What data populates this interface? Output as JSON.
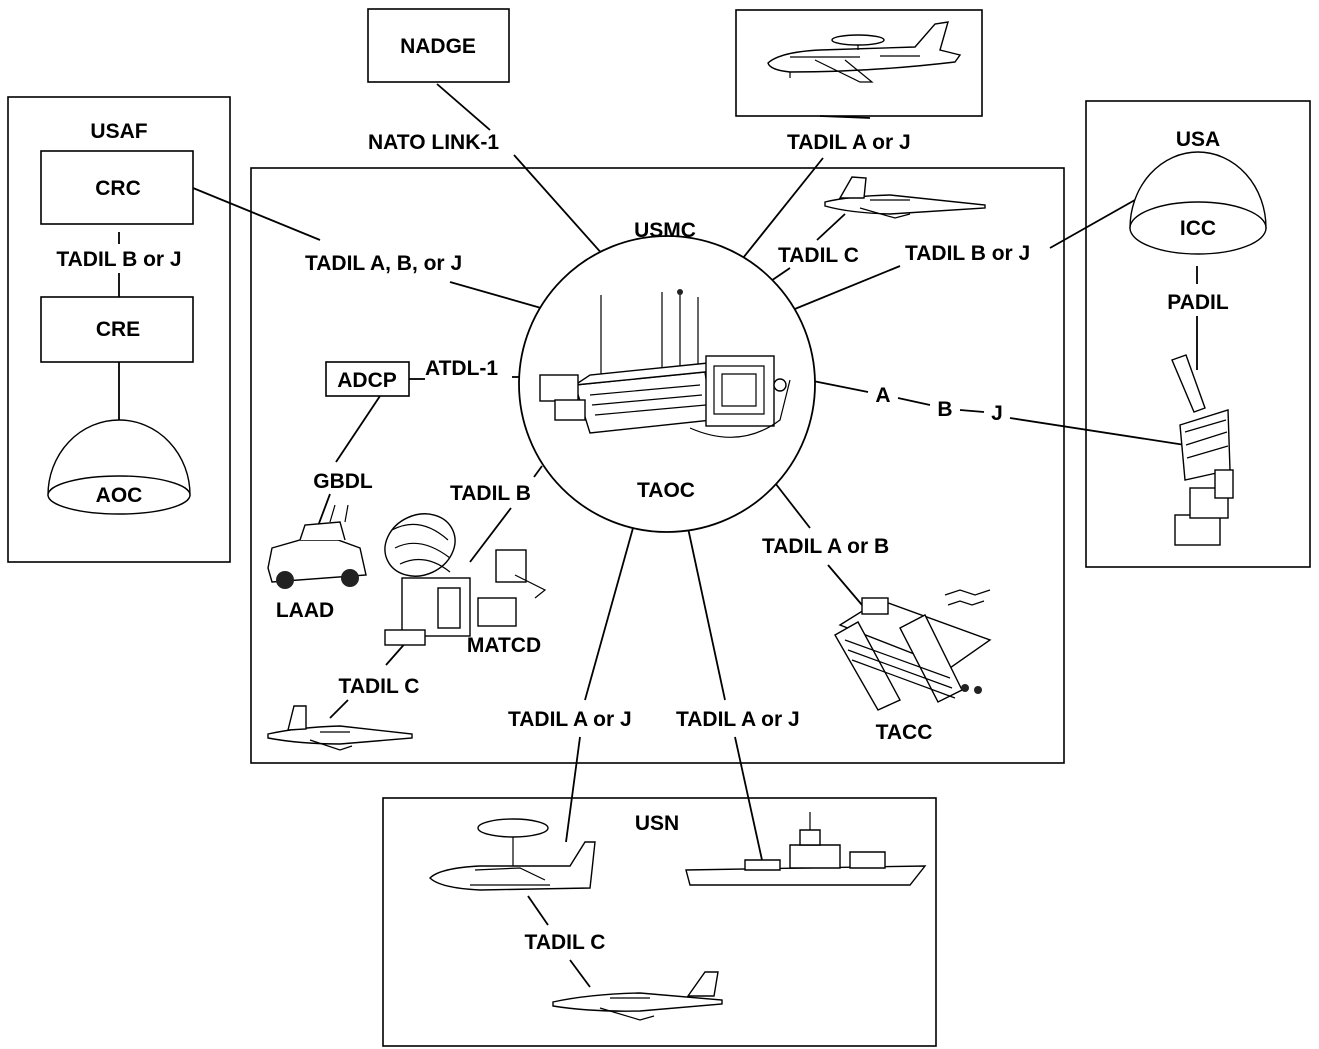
{
  "nodes": {
    "nadge": "NADGE",
    "usaf": "USAF",
    "crc": "CRC",
    "cre": "CRE",
    "aoc": "AOC",
    "usmc": "USMC",
    "taoc": "TAOC",
    "adcp": "ADCP",
    "laad": "LAAD",
    "matcd": "MATCD",
    "tacc": "TACC",
    "usa": "USA",
    "icc": "ICC",
    "usn": "USN"
  },
  "links": {
    "nato_link": "NATO LINK-1",
    "awacs_link": "TADIL A or J",
    "crc_cre": "TADIL B or J",
    "usaf_taoc": "TADIL A, B, or J",
    "fighter_top": "TADIL C",
    "usa_taoc": "TADIL B or J",
    "padil": "PADIL",
    "atdl": "ATDL-1",
    "abj_a": "A",
    "abj_b": "B",
    "abj_j": "J",
    "gbdl": "GBDL",
    "matcd_link": "TADIL B",
    "tacc_link": "TADIL A or B",
    "fighter_left": "TADIL C",
    "usn_link_1": "TADIL A or J",
    "usn_link_2": "TADIL A or J",
    "usn_internal": "TADIL C"
  }
}
